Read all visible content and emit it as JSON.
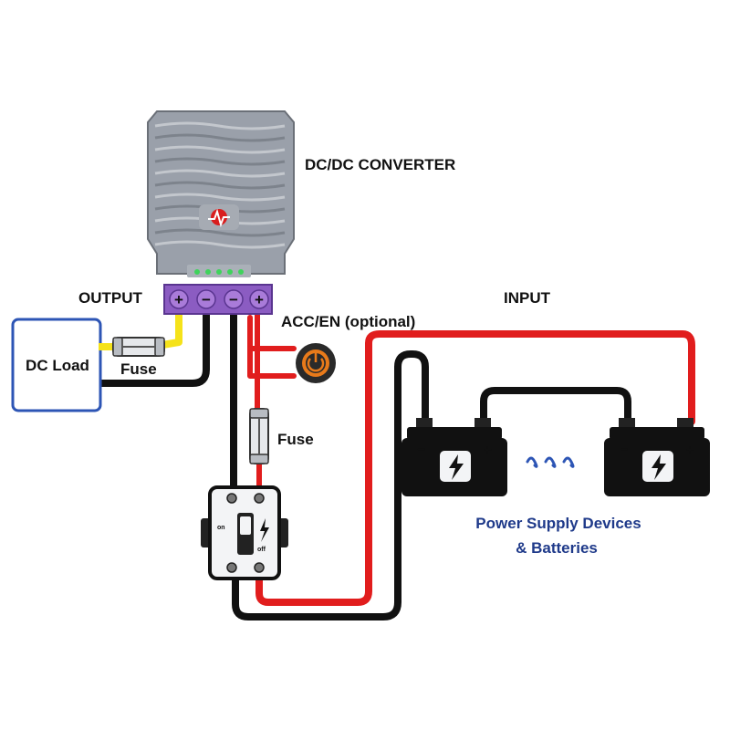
{
  "labels": {
    "converter": "DC/DC CONVERTER",
    "output": "OUTPUT",
    "input": "INPUT",
    "acc_en": "ACC/EN (optional)",
    "dc_load": "DC Load",
    "fuse_output": "Fuse",
    "fuse_input": "Fuse",
    "batteries_line1": "Power Supply Devices",
    "batteries_line2": "& Batteries"
  },
  "terminals": [
    "+",
    "−",
    "−",
    "+"
  ],
  "battery_signs": {
    "minus": "−",
    "plus": "+"
  },
  "breaker_marks": {
    "on": "on",
    "off": "off"
  },
  "colors": {
    "positive_wire": "#e11d1d",
    "negative_wire": "#111111",
    "output_positive_wire": "#f5e21a",
    "converter_body": "#9aa0aa",
    "terminal_block": "#8b5cc2",
    "load_border": "#2d55b5",
    "switch_ring": "#e87a1a",
    "text_blue": "#1f3a8a"
  },
  "icons": [
    "converter-logo-icon",
    "power-switch-icon",
    "lightning-icon",
    "breaker-icon"
  ]
}
